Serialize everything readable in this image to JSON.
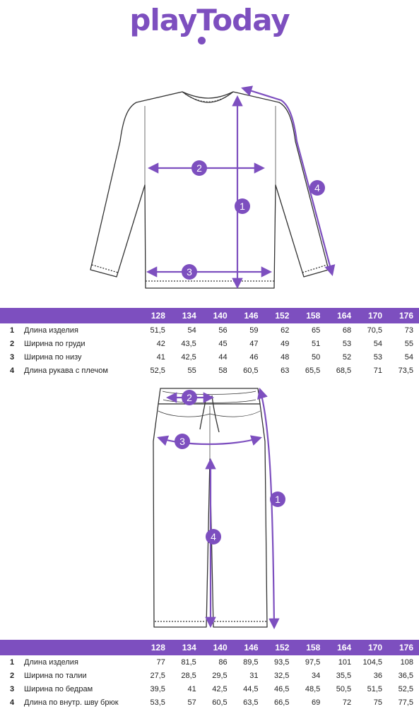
{
  "logo": {
    "text": "playToday"
  },
  "colors": {
    "accent": "#7d4fbf",
    "line": "#333333",
    "header_text": "#ffffff"
  },
  "top": {
    "markers": [
      "1",
      "2",
      "3",
      "4"
    ],
    "sizes": [
      "128",
      "134",
      "140",
      "146",
      "152",
      "158",
      "164",
      "170",
      "176"
    ],
    "rows": [
      {
        "num": "1",
        "label": "Длина изделия",
        "values": [
          "51,5",
          "54",
          "56",
          "59",
          "62",
          "65",
          "68",
          "70,5",
          "73"
        ]
      },
      {
        "num": "2",
        "label": "Ширина по груди",
        "values": [
          "42",
          "43,5",
          "45",
          "47",
          "49",
          "51",
          "53",
          "54",
          "55"
        ]
      },
      {
        "num": "3",
        "label": "Ширина по низу",
        "values": [
          "41",
          "42,5",
          "44",
          "46",
          "48",
          "50",
          "52",
          "53",
          "54"
        ]
      },
      {
        "num": "4",
        "label": "Длина рукава с плечом",
        "values": [
          "52,5",
          "55",
          "58",
          "60,5",
          "63",
          "65,5",
          "68,5",
          "71",
          "73,5"
        ]
      }
    ]
  },
  "bottom": {
    "markers": [
      "1",
      "2",
      "3",
      "4"
    ],
    "sizes": [
      "128",
      "134",
      "140",
      "146",
      "152",
      "158",
      "164",
      "170",
      "176"
    ],
    "rows": [
      {
        "num": "1",
        "label": "Длина изделия",
        "values": [
          "77",
          "81,5",
          "86",
          "89,5",
          "93,5",
          "97,5",
          "101",
          "104,5",
          "108"
        ]
      },
      {
        "num": "2",
        "label": "Ширина по талии",
        "values": [
          "27,5",
          "28,5",
          "29,5",
          "31",
          "32,5",
          "34",
          "35,5",
          "36",
          "36,5"
        ]
      },
      {
        "num": "3",
        "label": "Ширина по бедрам",
        "values": [
          "39,5",
          "41",
          "42,5",
          "44,5",
          "46,5",
          "48,5",
          "50,5",
          "51,5",
          "52,5"
        ]
      },
      {
        "num": "4",
        "label": "Длина по внутр. шву брюк",
        "values": [
          "53,5",
          "57",
          "60,5",
          "63,5",
          "66,5",
          "69",
          "72",
          "75",
          "77,5"
        ]
      }
    ]
  }
}
